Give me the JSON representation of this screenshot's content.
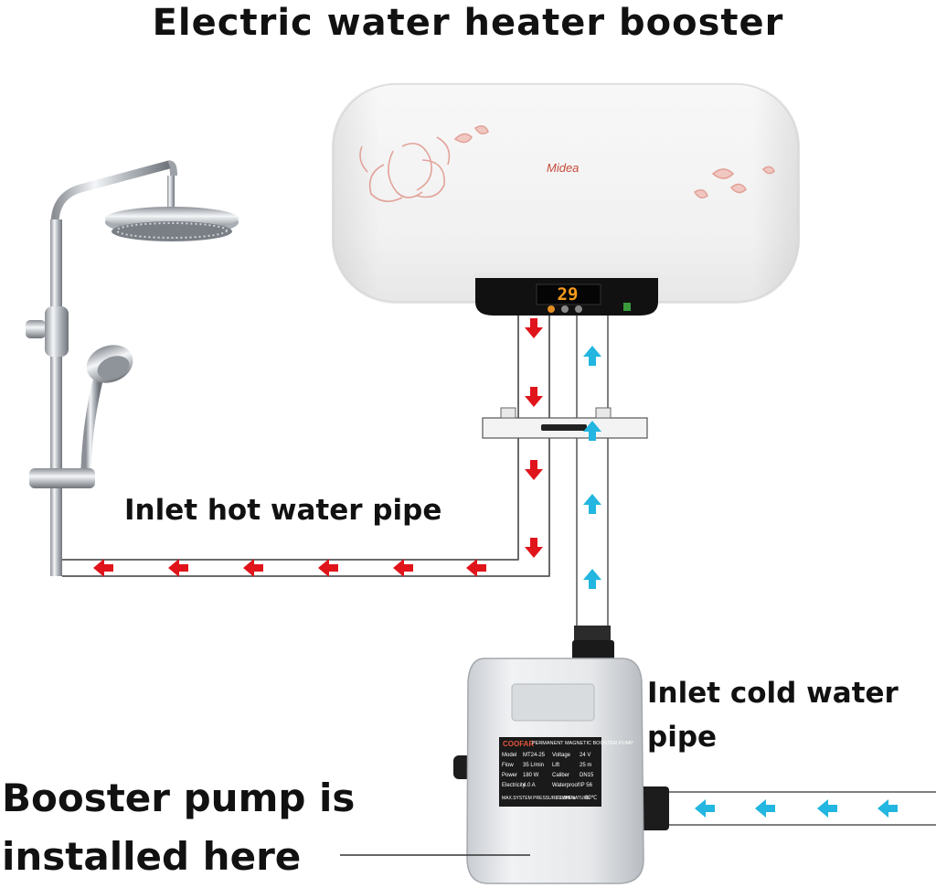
{
  "diagram": {
    "title": "Electric water heater booster",
    "labels": {
      "hot_pipe": "Inlet hot water pipe",
      "cold_pipe_line1": "Inlet cold water",
      "cold_pipe_line2": "pipe",
      "pump_line1": "Booster pump is",
      "pump_line2": "installed here"
    },
    "heater": {
      "brand": "Midea",
      "display_value": "29"
    },
    "pump_plate": {
      "brand": "COOFAR",
      "header": "PERMANENT MAGNETIC BOOSTER PUMP",
      "rows": [
        [
          "Model",
          "MT24-25",
          "Voltage",
          "24 V"
        ],
        [
          "Flow",
          "35 L/min",
          "Lift",
          "25 m"
        ],
        [
          "Power",
          "180 W",
          "Caliber",
          "DN15"
        ],
        [
          "Electricity",
          "4.0 A",
          "Waterproof",
          "IP 56"
        ]
      ],
      "footer_left": "MAX.SYSTEM PRESSURE 1.0MPa",
      "footer_right_label": "TEMPERATURE",
      "footer_right_value": "80℃"
    },
    "colors": {
      "hot_arrow": "#e0141b",
      "cold_arrow": "#22b6e0",
      "pipe_outline": "#555555"
    },
    "icons": [
      "shower-head-icon",
      "hand-shower-icon",
      "water-heater-icon",
      "booster-pump-icon",
      "hot-flow-arrow-icon",
      "cold-flow-arrow-icon"
    ]
  }
}
